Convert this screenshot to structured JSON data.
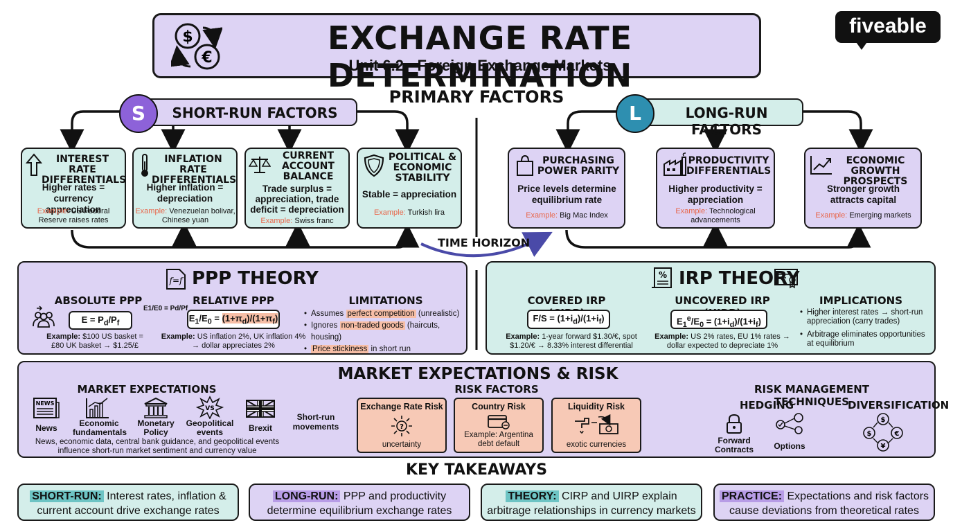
{
  "header": {
    "title": "EXCHANGE RATE DETERMINATION",
    "subtitle": "Unit 6.2 - Foreign Exchange Markets",
    "logo": "fiveable",
    "logo_icon": "currency-exchange-icon"
  },
  "primary_factors": "PRIMARY FACTORS",
  "time_horizon": "TIME HORIZON",
  "short_run": {
    "badge": "S",
    "title": "SHORT-RUN FACTORS",
    "factors": [
      {
        "title": "INTEREST RATE DIFFERENTIALS",
        "text": "Higher rates = currency appreciation",
        "ex_label": "Example:",
        "ex": "US Federal Reserve raises rates",
        "icon": "arrow-up-icon"
      },
      {
        "title": "INFLATION RATE DIFFERENTIALS",
        "text": "Higher inflation = depreciation",
        "ex_label": "Example:",
        "ex": "Venezuelan bolivar, Chinese yuan",
        "icon": "thermometer-icon"
      },
      {
        "title": "CURRENT ACCOUNT BALANCE",
        "text": "Trade surplus = appreciation, trade deficit = depreciation",
        "ex_label": "Example:",
        "ex": "Swiss franc",
        "icon": "scales-icon"
      },
      {
        "title": "POLITICAL & ECONOMIC STABILITY",
        "text": "Stable = appreciation",
        "ex_label": "Example:",
        "ex": "Turkish lira",
        "icon": "shield-icon"
      }
    ]
  },
  "long_run": {
    "badge": "L",
    "title": "LONG-RUN FACTORS",
    "factors": [
      {
        "title": "PURCHASING POWER PARITY",
        "text": "Price levels determine equilibrium rate",
        "ex_label": "Example:",
        "ex": "Big Mac Index",
        "icon": "shopping-bag-icon"
      },
      {
        "title": "PRODUCTIVITY DIFFERENTIALS",
        "text": "Higher productivity = appreciation",
        "ex_label": "Example:",
        "ex": "Technological advancements",
        "icon": "factory-icon"
      },
      {
        "title": "ECONOMIC GROWTH PROSPECTS",
        "text": "Stronger growth attracts capital",
        "ex_label": "Example:",
        "ex": "Emerging markets",
        "icon": "growth-chart-icon"
      }
    ]
  },
  "ppp": {
    "title": "PPP THEORY",
    "absolute": {
      "title": "ABSOLUTE PPP",
      "eq_pre": "E = P",
      "eq_sub1": "d",
      "eq_mid": "/P",
      "eq_sub2": "f",
      "ex_label": "Example:",
      "ex": "$100 US basket = £80 UK basket → $1.25/£"
    },
    "relative": {
      "title": "RELATIVE PPP",
      "side_eq": "E1/E0 = Pd/Pf",
      "eq_a": "E",
      "eq_a_sub": "1",
      "eq_b": "/E",
      "eq_b_sub": "0",
      "eq_c": " = ",
      "eq_d": "(1+π",
      "eq_d_sub": "d",
      "eq_e": ")/(1+π",
      "eq_e_sub": "f",
      "eq_f": ")",
      "ex_label": "Example:",
      "ex": "US inflation 2%, UK inflation 4% → dollar appreciates 2%"
    },
    "limitations": {
      "title": "LIMITATIONS",
      "items": [
        {
          "pre": "Assumes ",
          "hl": "perfect competition",
          "post": " (unrealistic)"
        },
        {
          "pre": "Ignores ",
          "hl": "non-traded goods",
          "post": " (haircuts, housing)"
        },
        {
          "pre": "",
          "hl": "Price stickiness",
          "post": " in short run"
        }
      ]
    }
  },
  "irp": {
    "title": "IRP THEORY",
    "covered": {
      "title": "COVERED IRP (CIRP)",
      "eq_a": "F/S = (1+i",
      "eq_a_sub": "d",
      "eq_b": ")/(1+i",
      "eq_b_sub": "f",
      "eq_c": ")",
      "ex_label": "Example:",
      "ex": "1-year forward $1.30/€, spot $1.20/€ → 8.33% interest differential"
    },
    "uncovered": {
      "title": "UNCOVERED IRP (UIRP)",
      "eq_a": "E",
      "eq_a_sub": "1",
      "eq_a_sup": "e",
      "eq_b": "/E",
      "eq_b_sub": "0",
      "eq_c": " = (1+i",
      "eq_c_sub": "d",
      "eq_d": ")/(1+i",
      "eq_d_sub": "f",
      "eq_e": ")",
      "ex_label": "Example:",
      "ex": "US 2% rates, EU 1% rates → dollar expected to depreciate 1%"
    },
    "implications": {
      "title": "IMPLICATIONS",
      "items": [
        "Higher interest rates → short-run appreciation (carry trades)",
        "Arbitrage eliminates opportunities at equilibrium"
      ]
    }
  },
  "market": {
    "title": "MARKET EXPECTATIONS & RISK",
    "expectations": {
      "title": "MARKET EXPECTATIONS",
      "items": [
        "News",
        "Economic fundamentals",
        "Monetary Policy",
        "Geopolitical events",
        "Brexit"
      ],
      "icons": [
        "newspaper-icon",
        "economic-chart-icon",
        "bank-icon",
        "explosion-icon",
        "uk-flag-icon"
      ],
      "note": "News, economic data, central bank guidance, and geopolitical events influence short-run market sentiment and currency value",
      "cycle_label": "Short-run movements"
    },
    "risk": {
      "title": "RISK FACTORS",
      "items": [
        {
          "title": "Exchange Rate Risk",
          "text": "uncertainty",
          "icon": "question-burst-icon"
        },
        {
          "title": "Country Risk",
          "text": "Example: Argentina debt default",
          "icon": "credit-card-icon"
        },
        {
          "title": "Liquidity Risk",
          "text": "exotic currencies",
          "icon": "tap-money-icon"
        }
      ]
    },
    "management": {
      "title": "RISK MANAGEMENT TECHNIQUES",
      "hedging": "HEDGING",
      "diversification": "DIVERSIFICATION",
      "tools": [
        "Forward Contracts",
        "Options"
      ],
      "icons": [
        "lock-icon",
        "options-icon",
        "currency-cycle-icon"
      ]
    }
  },
  "takeaways": {
    "title": "KEY TAKEAWAYS",
    "items": [
      {
        "label": "SHORT-RUN:",
        "text": "Interest rates, inflation & current account drive exchange rates"
      },
      {
        "label": "LONG-RUN:",
        "text": "PPP and productivity determine equilibrium exchange rates"
      },
      {
        "label": "THEORY:",
        "text": "CIRP and UIRP explain arbitrage relationships in currency markets"
      },
      {
        "label": "PRACTICE:",
        "text": "Expectations and risk factors cause deviations from theoretical rates"
      }
    ]
  },
  "colors": {
    "lavender": "#ddd3f4",
    "mint": "#d4eeea",
    "peach": "#f7c9b6",
    "purple": "#8d62d9",
    "teal": "#2e8fb0",
    "example": "#e8664a"
  }
}
